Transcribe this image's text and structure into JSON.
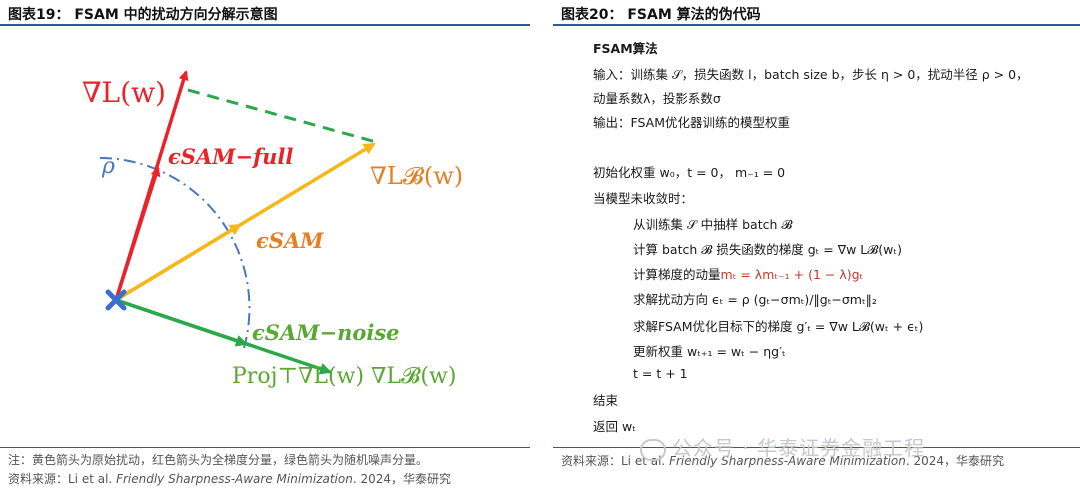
{
  "left": {
    "title": "图表19： FSAM 中的扰动方向分解示意图",
    "labels": {
      "grad_L": "∇L(w)",
      "rho": "ρ",
      "eps_full": "ϵSAM−full",
      "grad_LB": "∇L𝓑(w)",
      "eps_sam": "ϵSAM",
      "eps_noise": "ϵSAM−noise",
      "proj": "Proj⊤∇L(w) ∇L𝓑(w)"
    },
    "colors": {
      "red": "#e8232a",
      "yellow": "#f5b818",
      "green": "#2aa84a",
      "blue_dash": "#4a78b8",
      "origin": "#3a6fd0",
      "orange_text": "#e67e22",
      "green_text": "#5aa832"
    },
    "note": "注：黄色箭头为原始扰动，红色箭头为全梯度分量，绿色箭头为随机噪声分量。",
    "source_prefix": "资料来源：Li et al. ",
    "source_title": "Friendly Sharpness-Aware Minimization",
    "source_suffix": ". 2024，华泰研究"
  },
  "right": {
    "title": "图表20： FSAM 算法的伪代码",
    "lines": [
      "FSAM算法",
      "输入：训练集 𝒮，损失函数 l，batch size b，步长 η > 0，扰动半径 ρ > 0，",
      "动量系数λ，投影系数σ",
      "输出：FSAM优化器训练的模型权重",
      "初始化权重 w₀，t = 0， m₋₁ = 0",
      "当模型未收敛时：",
      "从训练集 𝒮 中抽样 batch 𝓑",
      "计算 batch 𝓑 损失函数的梯度 gₜ = ∇w L𝓑(wₜ)",
      "计算梯度的动量",
      "mₜ = λmₜ₋₁ + (1 − λ)gₜ",
      "求解扰动方向 ϵₜ = ρ (gₜ−σmₜ)/‖gₜ−σmₜ‖₂",
      "求解FSAM优化目标下的梯度 g′ₜ = ∇w L𝓑(wₜ + ϵₜ)",
      "更新权重 wₜ₊₁ = wₜ − ηg′ₜ",
      "t = t + 1",
      "结束",
      "返回 wₜ"
    ],
    "source_prefix": "资料来源：Li et al. ",
    "source_title": "Friendly Sharpness-Aware Minimization",
    "source_suffix": ". 2024，华泰研究"
  },
  "watermark": "公众号 · 华泰证券金融工程"
}
